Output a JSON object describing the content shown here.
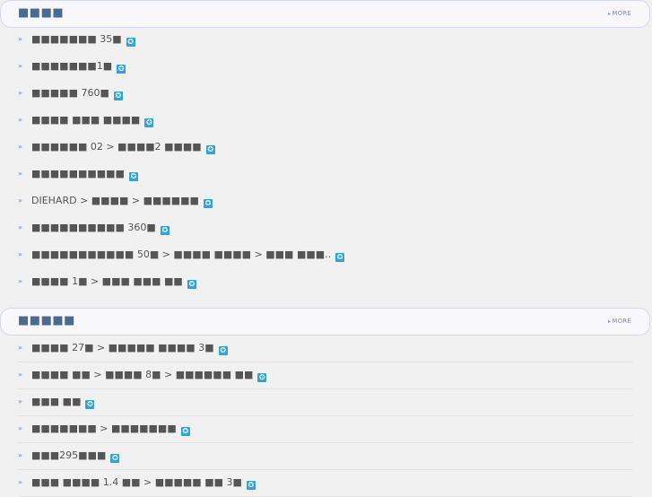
{
  "sections": [
    {
      "title": "■■■■",
      "more_label": "MORE",
      "items": [
        {
          "text": "■■■■■■■ 35■"
        },
        {
          "text": "■■■■■■■1■"
        },
        {
          "text": "■■■■■ 760■"
        },
        {
          "text": "■■■■ ■■■ ■■■■"
        },
        {
          "text": "■■■■■■ 02 > ■■■■2 ■■■■"
        },
        {
          "text": "■■■■■■■■■■"
        },
        {
          "text": "DIEHARD > ■■■■ > ■■■■■■"
        },
        {
          "text": "■■■■■■■■■■ 360■"
        },
        {
          "text": "■■■■■■■■■■■ 50■ > ■■■■ ■■■■ > ■■■ ■■■.."
        },
        {
          "text": "■■■■ 1■ > ■■■ ■■■ ■■"
        }
      ]
    },
    {
      "title": "■■■■■",
      "more_label": "MORE",
      "items": [
        {
          "text": "■■■■ 27■ > ■■■■■ ■■■■ 3■"
        },
        {
          "text": "■■■■ ■■ > ■■■■ 8■ > ■■■■■■ ■■"
        },
        {
          "text": "■■■ ■■"
        },
        {
          "text": "■■■■■■■ > ■■■■■■■"
        },
        {
          "text": "■■■295■■■"
        },
        {
          "text": "■■■ ■■■■ 1.4 ■■ > ■■■■■ ■■ 3■"
        }
      ]
    }
  ],
  "icons": {
    "bullet": "chevron-right-icon",
    "badge": "star-badge-icon"
  },
  "colors": {
    "title": "#4a6a8e",
    "more": "#8a8ac4",
    "badge": "#27a7e0",
    "text": "#555555"
  }
}
